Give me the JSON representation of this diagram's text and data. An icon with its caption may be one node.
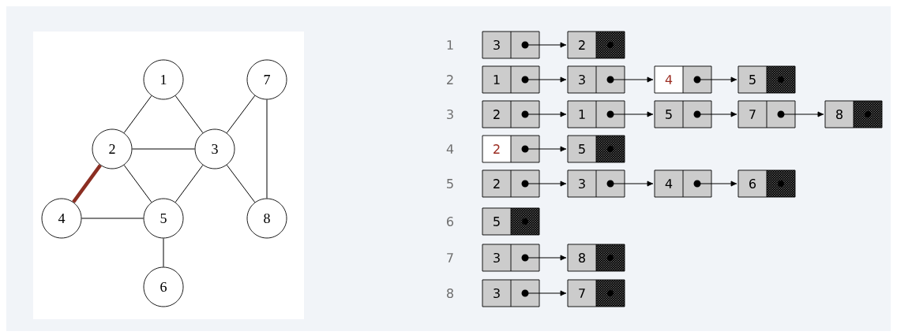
{
  "diagram": {
    "nodes": [
      {
        "text": [
          "1"
        ]
      },
      {
        "text": [
          "2"
        ]
      },
      {
        "text": [
          "3"
        ]
      },
      {
        "text": [
          "4"
        ]
      },
      {
        "text": [
          "5"
        ]
      },
      {
        "text": [
          "6"
        ]
      },
      {
        "text": [
          "7"
        ]
      },
      {
        "text": [
          "8"
        ]
      },
      {
        "text": [
          "3"
        ]
      },
      {
        "text": [
          "2"
        ]
      },
      {
        "text": [
          "1"
        ]
      },
      {
        "text": [
          "3"
        ]
      },
      {
        "text": [
          "4"
        ]
      },
      {
        "text": [
          "5"
        ]
      },
      {
        "text": [
          "2"
        ]
      },
      {
        "text": [
          "1"
        ]
      },
      {
        "text": [
          "5"
        ]
      },
      {
        "text": [
          "7"
        ]
      },
      {
        "text": [
          "8"
        ]
      },
      {
        "text": [
          "2"
        ]
      },
      {
        "text": [
          "5"
        ]
      },
      {
        "text": [
          "2"
        ]
      },
      {
        "text": [
          "3"
        ]
      },
      {
        "text": [
          "4"
        ]
      },
      {
        "text": [
          "6"
        ]
      },
      {
        "text": [
          "5"
        ]
      },
      {
        "text": [
          "3"
        ]
      },
      {
        "text": [
          "8"
        ]
      },
      {
        "text": [
          "3"
        ]
      },
      {
        "text": [
          "7"
        ]
      }
    ],
    "edges": [
      {
        "from": 0,
        "to": 1,
        "arrow": "none"
      },
      {
        "from": 0,
        "to": 2,
        "arrow": "none"
      },
      {
        "from": 1,
        "to": 2,
        "arrow": "none"
      },
      {
        "from": 1,
        "to": 3,
        "arrow": "none",
        "style": "thick",
        "color": "#8b2e22"
      },
      {
        "from": 1,
        "to": 4,
        "arrow": "none"
      },
      {
        "from": 2,
        "to": 4,
        "arrow": "none"
      },
      {
        "from": 2,
        "to": 6,
        "arrow": "none"
      },
      {
        "from": 2,
        "to": 7,
        "arrow": "none"
      },
      {
        "from": 6,
        "to": 7,
        "arrow": "none"
      },
      {
        "from": 3,
        "to": 4,
        "arrow": "none"
      },
      {
        "from": 4,
        "to": 5,
        "arrow": "none"
      },
      {
        "from": 8,
        "to": 9,
        "arrow": "to"
      },
      {
        "from": 10,
        "to": 11,
        "arrow": "to"
      },
      {
        "from": 11,
        "to": 12,
        "arrow": "to"
      },
      {
        "from": 12,
        "to": 13,
        "arrow": "to"
      },
      {
        "from": 14,
        "to": 15,
        "arrow": "to"
      },
      {
        "from": 15,
        "to": 16,
        "arrow": "to"
      },
      {
        "from": 16,
        "to": 17,
        "arrow": "to"
      },
      {
        "from": 17,
        "to": 18,
        "arrow": "to"
      },
      {
        "from": 19,
        "to": 20,
        "arrow": "to"
      },
      {
        "from": 21,
        "to": 22,
        "arrow": "to"
      },
      {
        "from": 22,
        "to": 23,
        "arrow": "to"
      },
      {
        "from": 23,
        "to": 24,
        "arrow": "to"
      },
      {
        "from": 26,
        "to": 27,
        "arrow": "to"
      },
      {
        "from": 28,
        "to": 29,
        "arrow": "to"
      }
    ],
    "labels": [
      "1",
      "2",
      "3",
      "4",
      "5",
      "6",
      "7",
      "8"
    ]
  }
}
